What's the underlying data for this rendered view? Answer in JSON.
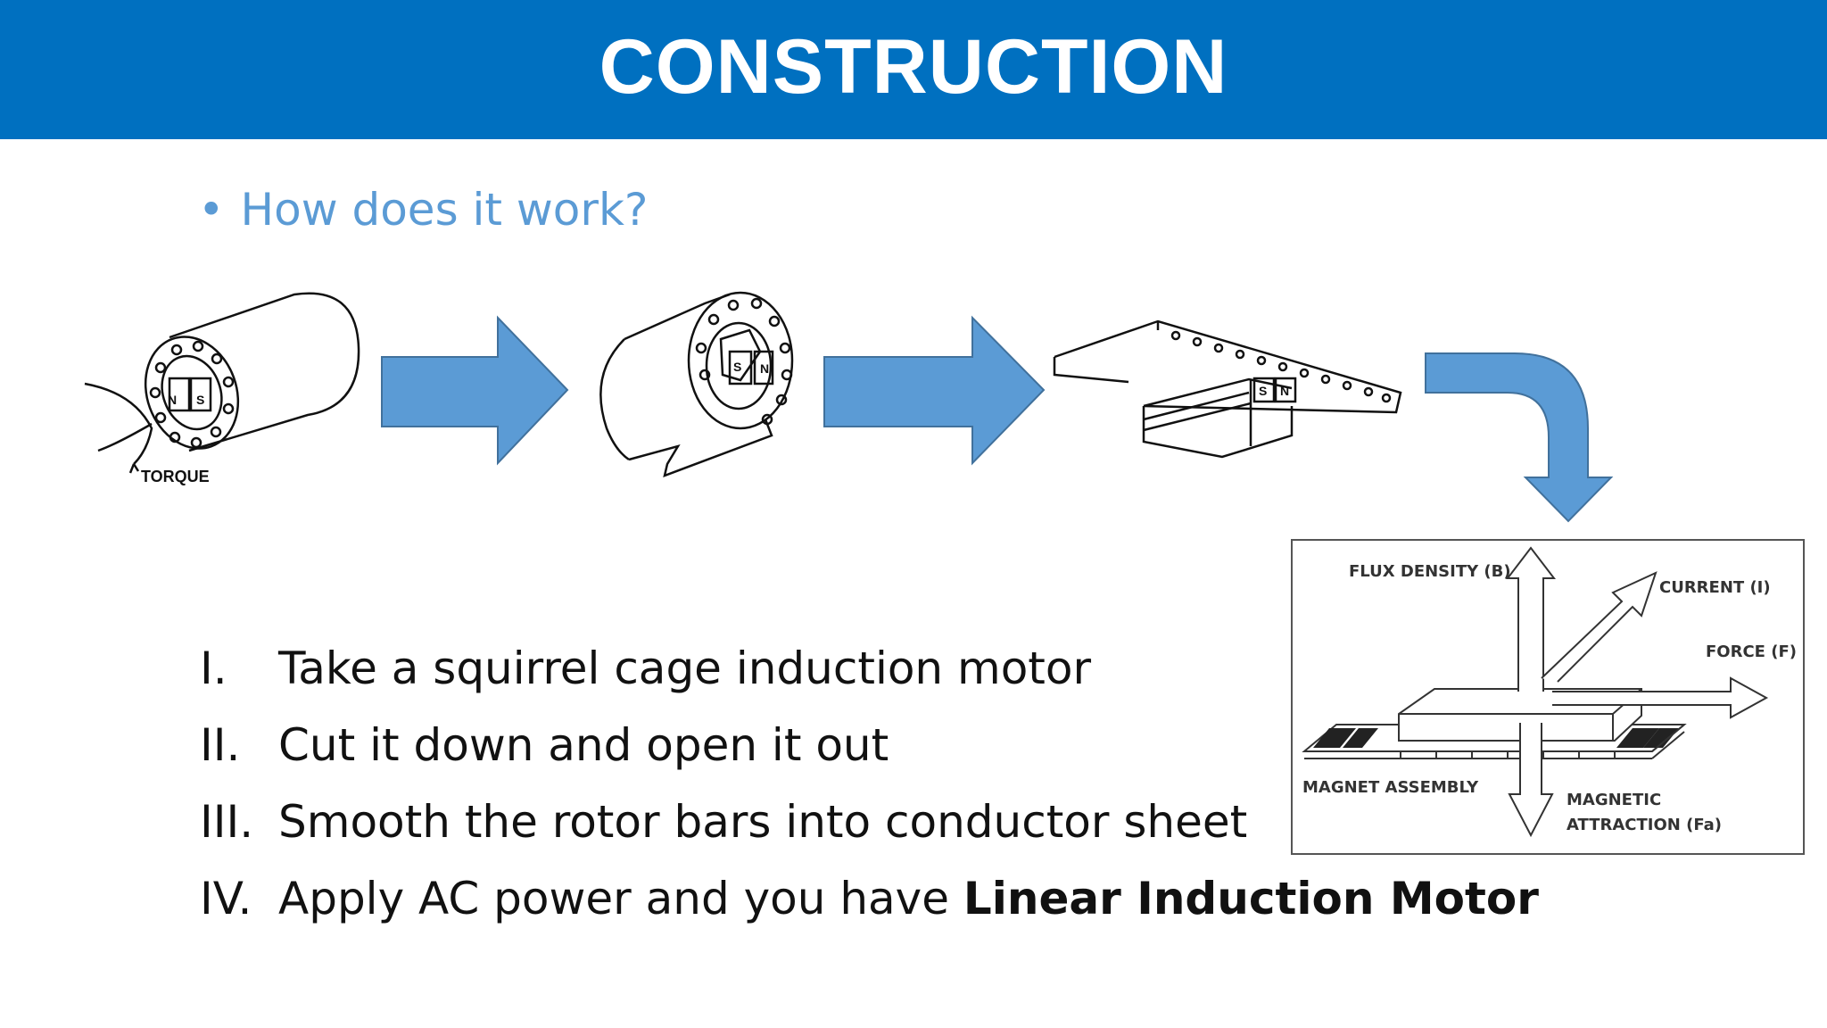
{
  "slide": {
    "title": "CONSTRUCTION",
    "subtitle_bullet": "•",
    "subtitle": "How does it work?"
  },
  "diagram": {
    "motor_labels": {
      "north": "N",
      "south": "S",
      "torque": "TORQUE"
    },
    "linear_labels": {
      "south": "S",
      "north": "N"
    },
    "force_diagram": {
      "flux_density": "FLUX DENSITY (B)",
      "current": "CURRENT (I)",
      "force": "FORCE (F)",
      "magnet_assembly": "MAGNET ASSEMBLY",
      "magnetic": "MAGNETIC",
      "attraction": "ATTRACTION (Fa)"
    },
    "arrow_color": "#5b9bd5",
    "arrow_stroke": "#41719c"
  },
  "steps": [
    {
      "num": "I.",
      "text": "Take a squirrel cage induction motor",
      "bold": ""
    },
    {
      "num": "II.",
      "text": "Cut it down and open it out",
      "bold": ""
    },
    {
      "num": "III.",
      "text": "Smooth the rotor bars into conductor sheet",
      "bold": ""
    },
    {
      "num": "IV.",
      "text": "Apply AC power and you have ",
      "bold": "Linear Induction Motor"
    }
  ]
}
